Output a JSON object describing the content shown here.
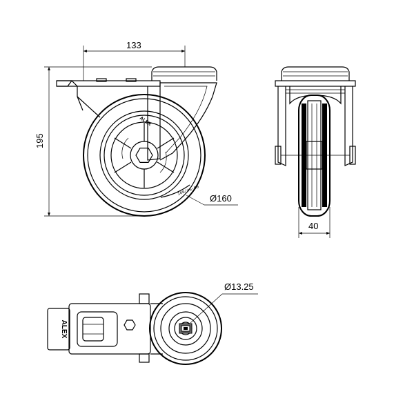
{
  "dimensions": {
    "top_width": "133",
    "height": "195",
    "wheel_diameter": "Ø160",
    "wheel_width": "40",
    "bore_diameter": "Ø13.25"
  },
  "branding": {
    "logo_text": "ALEX",
    "tire_marking": "160/45-60"
  }
}
